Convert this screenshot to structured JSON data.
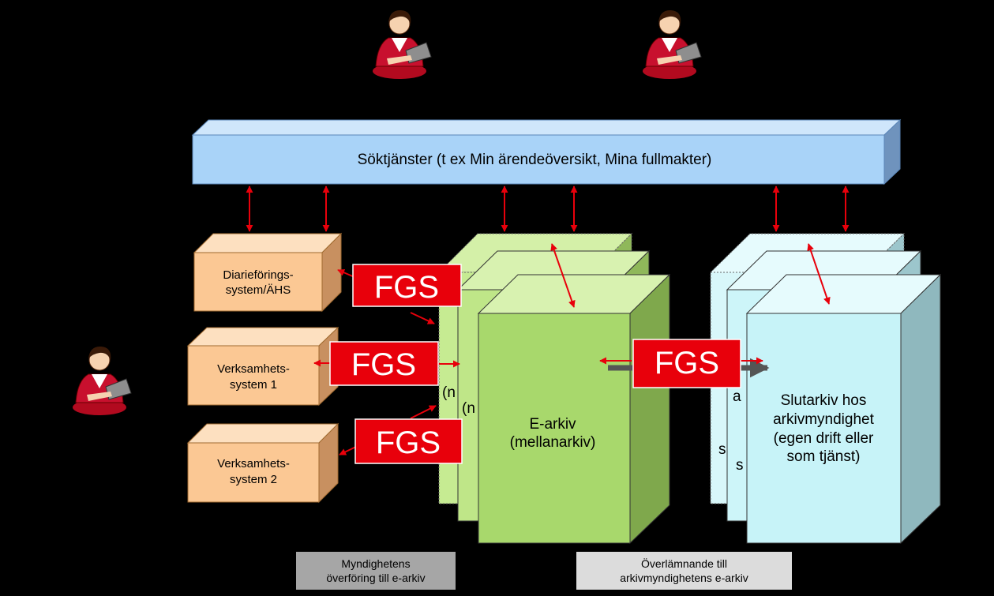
{
  "search_bar": {
    "label": "Söktjänster (t ex Min ärendeöversikt, Mina fullmakter)"
  },
  "systems": {
    "diarie": {
      "line1": "Diarieförings-",
      "line2": "system/ÄHS"
    },
    "verk1": {
      "line1": "Verksamhets-",
      "line2": "system 1"
    },
    "verk2": {
      "line1": "Verksamhets-",
      "line2": "system 2"
    }
  },
  "fgs_label": "FGS",
  "earchive": {
    "line1": "E-arkiv",
    "line2": "(mellanarkiv)",
    "back1": "(n",
    "back2": "(n"
  },
  "final_archive": {
    "line1": "Slutarkiv hos",
    "line2": "arkivmyndighet",
    "line3": "(egen drift eller",
    "line4": "som tjänst)",
    "back1": "a",
    "back2": "s",
    "back3": "s"
  },
  "captions": {
    "left": {
      "line1": "Myndighetens",
      "line2": "överföring till e-arkiv"
    },
    "right": {
      "line1": "Överlämnande till",
      "line2": "arkivmyndighetens e-arkiv"
    }
  },
  "colors": {
    "search_bar": "#a9d3f8",
    "system_box": "#fbc894",
    "earchive": "#a8d86c",
    "final_archive": "#c7f3f8",
    "fgs": "#e8000b",
    "arrow": "#e8000b",
    "person_suit": "#c8102e"
  },
  "icons": [
    "person-at-laptop-icon"
  ]
}
